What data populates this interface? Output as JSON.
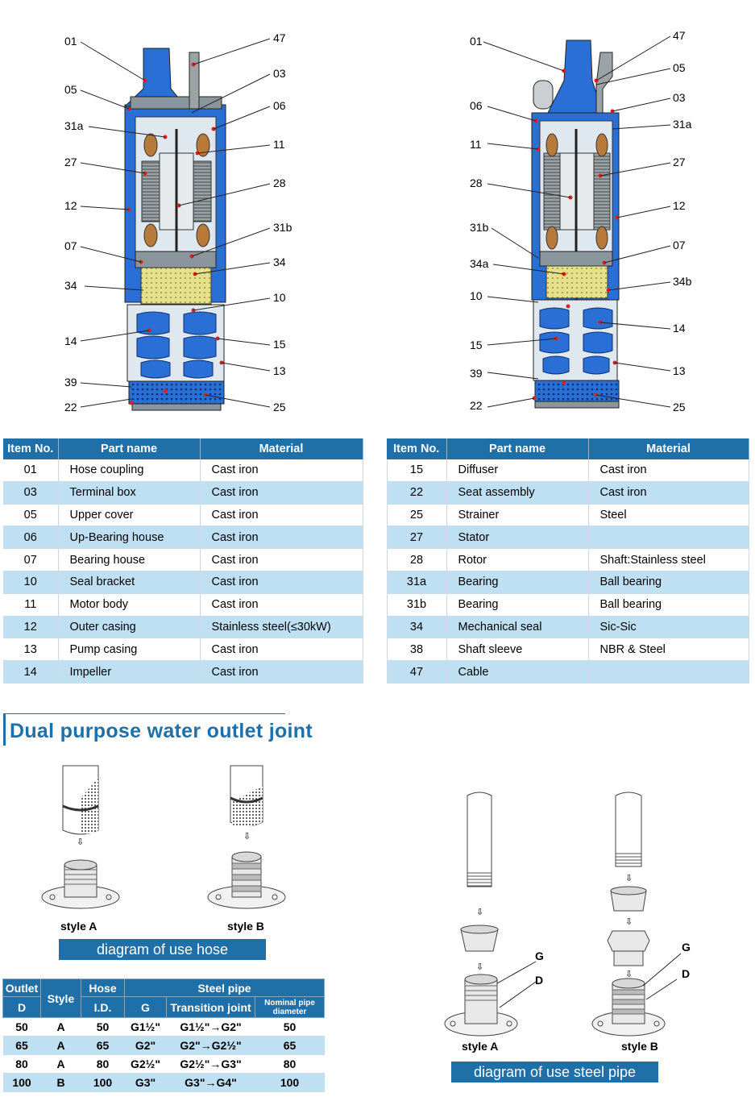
{
  "callouts_left": {
    "c01": "01",
    "c05": "05",
    "c31a": "31a",
    "c27": "27",
    "c12": "12",
    "c07": "07",
    "c34": "34",
    "c14": "14",
    "c39": "39",
    "c22": "22",
    "c47": "47",
    "c03": "03",
    "c06": "06",
    "c11": "11",
    "c28": "28",
    "c31b": "31b",
    "c34r": "34",
    "c10": "10",
    "c15": "15",
    "c13": "13",
    "c25": "25"
  },
  "callouts_right": {
    "c01": "01",
    "c06": "06",
    "c11": "11",
    "c28": "28",
    "c31b": "31b",
    "c34a": "34a",
    "c10": "10",
    "c15": "15",
    "c39": "39",
    "c22": "22",
    "c47": "47",
    "c05": "05",
    "c03": "03",
    "c31a": "31a",
    "c27": "27",
    "c12": "12",
    "c07": "07",
    "c34b": "34b",
    "c14": "14",
    "c13": "13",
    "c25": "25"
  },
  "parts_table": {
    "headers": {
      "item_no": "Item No.",
      "part_name": "Part name",
      "material": "Material"
    },
    "rows": [
      {
        "l_no": "01",
        "l_name": "Hose coupling",
        "l_mat": "Cast iron",
        "r_no": "15",
        "r_name": "Diffuser",
        "r_mat": "Cast iron"
      },
      {
        "l_no": "03",
        "l_name": "Terminal box",
        "l_mat": "Cast iron",
        "r_no": "22",
        "r_name": "Seat assembly",
        "r_mat": "Cast iron"
      },
      {
        "l_no": "05",
        "l_name": "Upper cover",
        "l_mat": "Cast iron",
        "r_no": "25",
        "r_name": "Strainer",
        "r_mat": "Steel"
      },
      {
        "l_no": "06",
        "l_name": "Up-Bearing house",
        "l_mat": "Cast iron",
        "r_no": "27",
        "r_name": "Stator",
        "r_mat": ""
      },
      {
        "l_no": "07",
        "l_name": "Bearing house",
        "l_mat": "Cast iron",
        "r_no": "28",
        "r_name": "Rotor",
        "r_mat": "Shaft:Stainless steel"
      },
      {
        "l_no": "10",
        "l_name": "Seal bracket",
        "l_mat": "Cast iron",
        "r_no": "31a",
        "r_name": "Bearing",
        "r_mat": "Ball bearing"
      },
      {
        "l_no": "11",
        "l_name": "Motor body",
        "l_mat": "Cast iron",
        "r_no": "31b",
        "r_name": "Bearing",
        "r_mat": "Ball bearing"
      },
      {
        "l_no": "12",
        "l_name": "Outer casing",
        "l_mat": "Stainless steel(≤30kW)",
        "r_no": "34",
        "r_name": "Mechanical seal",
        "r_mat": "Sic-Sic"
      },
      {
        "l_no": "13",
        "l_name": "Pump casing",
        "l_mat": "Cast iron",
        "r_no": "38",
        "r_name": "Shaft sleeve",
        "r_mat": "NBR & Steel"
      },
      {
        "l_no": "14",
        "l_name": "Impeller",
        "l_mat": "Cast iron",
        "r_no": "47",
        "r_name": "Cable",
        "r_mat": ""
      }
    ]
  },
  "section_title": "Dual purpose water outlet joint",
  "hose": {
    "style_a": "style A",
    "style_b": "style B",
    "banner": "diagram of use hose"
  },
  "steel": {
    "style_a": "style A",
    "style_b": "style B",
    "banner": "diagram of use steel pipe",
    "g": "G",
    "d": "D"
  },
  "spec_table": {
    "h_outlet": "Outlet",
    "h_d": "D",
    "h_style": "Style",
    "h_hose": "Hose",
    "h_id": "I.D.",
    "h_steel": "Steel pipe",
    "h_g": "G",
    "h_transition": "Transition joint",
    "h_nominal": "Nominal pipe diameter",
    "rows": [
      {
        "d": "50",
        "style": "A",
        "id": "50",
        "g": "G1½\"",
        "t": "G1½\"→G2\"",
        "n": "50"
      },
      {
        "d": "65",
        "style": "A",
        "id": "65",
        "g": "G2\"",
        "t": "G2\"→G2½\"",
        "n": "65"
      },
      {
        "d": "80",
        "style": "A",
        "id": "80",
        "g": "G2½\"",
        "t": "G2½\"→G3\"",
        "n": "80"
      },
      {
        "d": "100",
        "style": "B",
        "id": "100",
        "g": "G3\"",
        "t": "G3\"→G4\"",
        "n": "100"
      }
    ]
  },
  "colors": {
    "accent": "#1f6fa8",
    "row_alt": "#bfe0f3",
    "pump_blue": "#2a6fd6",
    "seal_yellow": "#e6e08a"
  }
}
